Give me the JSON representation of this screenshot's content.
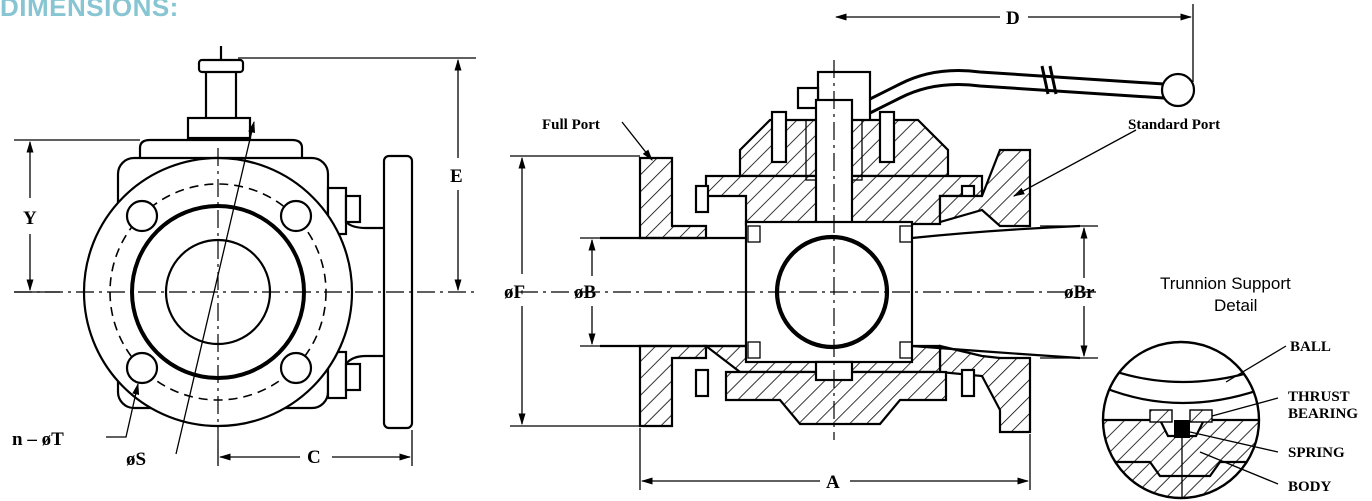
{
  "title": "DIMENSIONS:",
  "labels": {
    "d": "D",
    "e": "E",
    "y": "Y",
    "n_t": "n  –  øT",
    "s": "øS",
    "c": "C",
    "a": "A",
    "f": "øF",
    "b": "øB",
    "br": "øBr",
    "full_port": "Full Port",
    "standard_port": "Standard Port"
  },
  "detail": {
    "title_line1": "Trunnion Support",
    "title_line2": "Detail",
    "ball": "BALL",
    "thrust_line1": "THRUST",
    "thrust_line2": "BEARING",
    "spring": "SPRING",
    "body": "BODY"
  }
}
